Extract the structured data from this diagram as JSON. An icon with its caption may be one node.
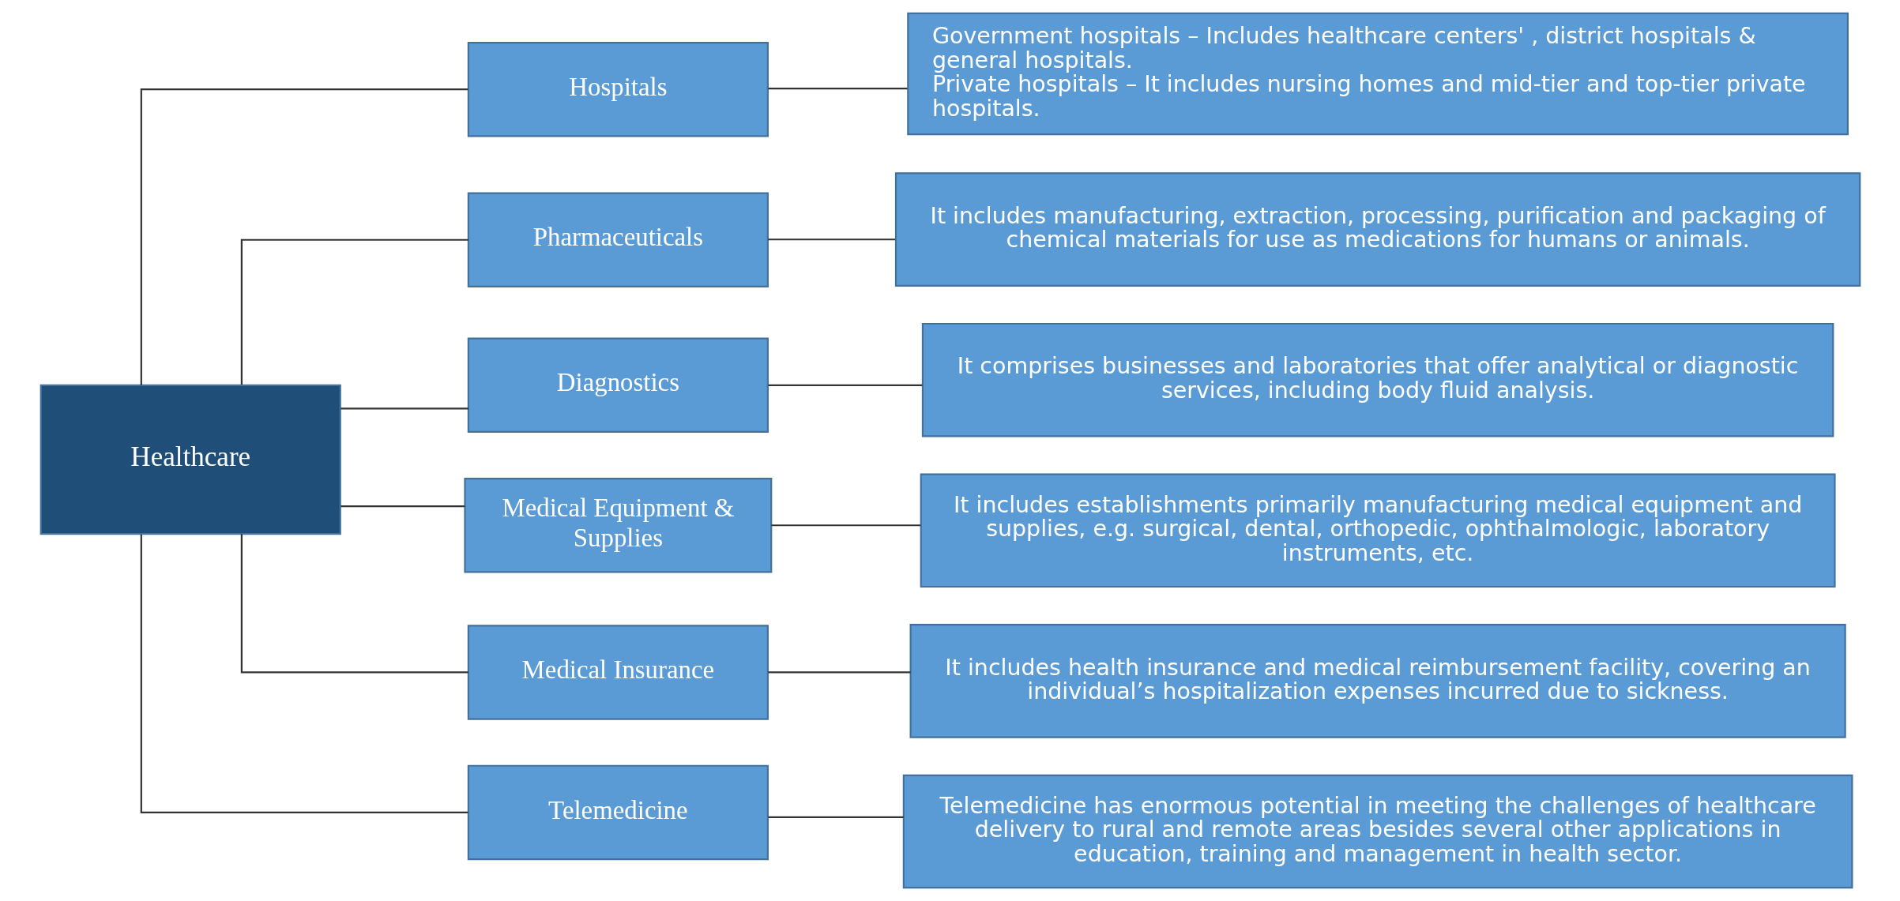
{
  "diagram": {
    "nodes": [
      {
        "text": [
          "Healthcare"
        ]
      },
      {
        "text": [
          "Hospitals"
        ]
      },
      {
        "text": [
          "Pharmaceuticals"
        ]
      },
      {
        "text": [
          "Diagnostics"
        ]
      },
      {
        "text": [
          "Medical Equipment & Supplies"
        ]
      },
      {
        "text": [
          "Medical Insurance"
        ]
      },
      {
        "text": [
          "Telemedicine"
        ]
      },
      {
        "text": [
          "Government hospitals – Includes healthcare centers' , district hospitals & general hospitals.",
          "Private hospitals – It includes nursing homes and mid-tier and top-tier private hospitals."
        ]
      },
      {
        "text": [
          "It includes manufacturing, extraction, processing, purification and packaging of chemical materials for use as medications for humans or animals."
        ]
      },
      {
        "text": [
          "It comprises businesses and laboratories that offer analytical or diagnostic services, including body fluid analysis."
        ]
      },
      {
        "text": [
          "It includes establishments primarily manufacturing medical equipment and supplies, e.g. surgical, dental, orthopedic, ophthalmologic, laboratory instruments, etc."
        ]
      },
      {
        "text": [
          "It includes health insurance and medical reimbursement facility, covering an individual’s hospitalization expenses incurred due to sickness."
        ]
      },
      {
        "text": [
          "Telemedicine has enormous potential in meeting the challenges of healthcare delivery to rural and remote areas besides several other applications in education, training and management in health sector."
        ]
      }
    ],
    "edges": [
      {
        "from": 0,
        "to": 1,
        "arrow": "none"
      },
      {
        "from": 0,
        "to": 2,
        "arrow": "none"
      },
      {
        "from": 0,
        "to": 3,
        "arrow": "none"
      },
      {
        "from": 0,
        "to": 4,
        "arrow": "none"
      },
      {
        "from": 0,
        "to": 5,
        "arrow": "none"
      },
      {
        "from": 0,
        "to": 6,
        "arrow": "none"
      },
      {
        "from": 1,
        "to": 7,
        "arrow": "none"
      },
      {
        "from": 2,
        "to": 8,
        "arrow": "none"
      },
      {
        "from": 3,
        "to": 9,
        "arrow": "none"
      },
      {
        "from": 4,
        "to": 10,
        "arrow": "none"
      },
      {
        "from": 5,
        "to": 11,
        "arrow": "none"
      },
      {
        "from": 6,
        "to": 12,
        "arrow": "none"
      }
    ]
  }
}
